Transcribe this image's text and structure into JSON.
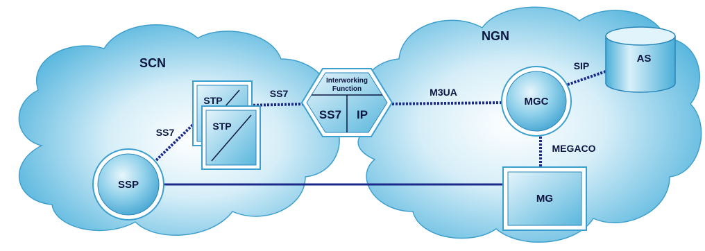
{
  "regions": {
    "scn_label": "SCN",
    "ngn_label": "NGN"
  },
  "nodes": {
    "ssp": "SSP",
    "stp_front": "STP",
    "stp_back": "STP",
    "iwf_title_line1": "Interworking",
    "iwf_title_line2": "Function",
    "iwf_left": "SS7",
    "iwf_right": "IP",
    "mgc": "MGC",
    "mg": "MG",
    "as": "AS"
  },
  "links": {
    "ssp_stp": "SS7",
    "stp_iwf": "SS7",
    "iwf_mgc": "M3UA",
    "mgc_as": "SIP",
    "mgc_mg": "MEGACO"
  },
  "colors": {
    "cloud_fill": "#6fc3e3",
    "cloud_edge": "#2f8fbf",
    "node_fill": "#4fb1d8",
    "line": "#1b2a8a",
    "text": "#0b1640"
  }
}
